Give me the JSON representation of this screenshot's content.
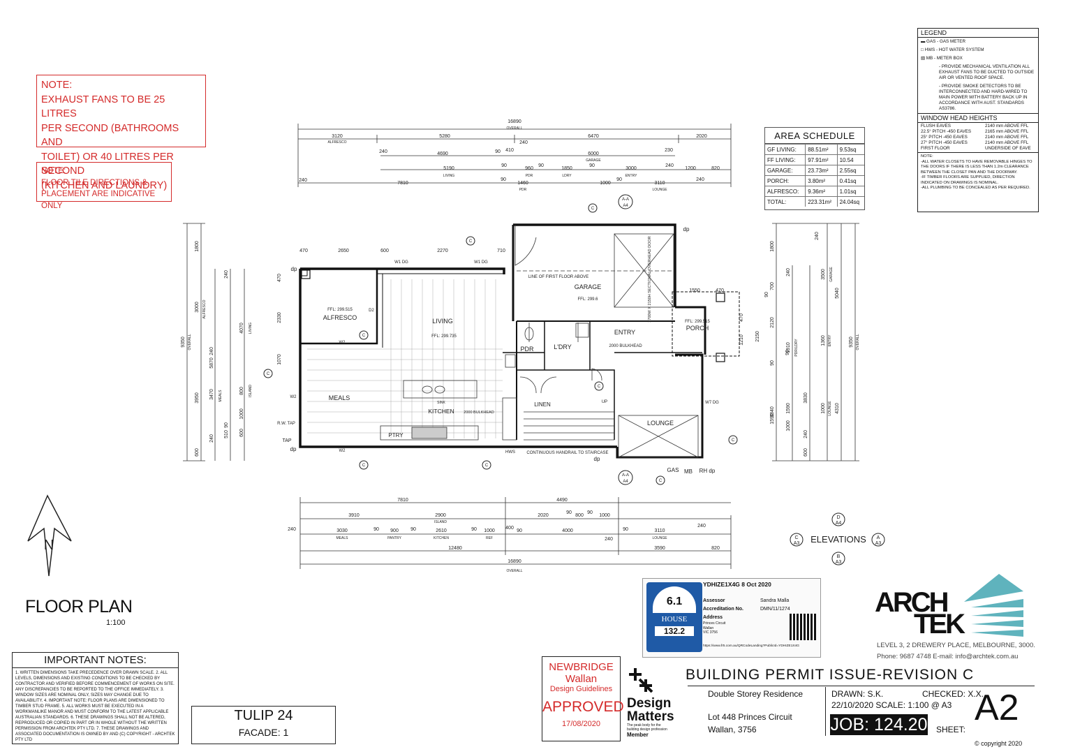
{
  "note_exhaust": {
    "heading": "NOTE:",
    "lines": [
      "EXHAUST FANS TO BE 25 LITRES",
      "PER SECOND (BATHROOMS AND",
      "TOILET) OR 40 LITRES PER SECOND",
      "(KITCHEN AND LAUNDRY)"
    ]
  },
  "note_tiles": {
    "heading": "NOTE:",
    "lines": [
      "FLOOR TILE DIRECTIONS &",
      "PLACEMENT ARE INDICATIVE ONLY"
    ]
  },
  "area_schedule": {
    "title": "AREA SCHEDULE",
    "rows": [
      {
        "label": "GF LIVING:",
        "m2": "88.51m²",
        "sq": "9.53sq"
      },
      {
        "label": "FF LIVING:",
        "m2": "97.91m²",
        "sq": "10.54"
      },
      {
        "label": "GARAGE:",
        "m2": "23.73m²",
        "sq": "2.55sq"
      },
      {
        "label": "PORCH:",
        "m2": "3.80m²",
        "sq": "0.41sq"
      },
      {
        "label": "ALFRESCO:",
        "m2": "9.36m²",
        "sq": "1.01sq"
      },
      {
        "label": "TOTAL:",
        "m2": "223.31m²",
        "sq": "24.04sq"
      }
    ]
  },
  "legend": {
    "title": "LEGEND",
    "items": [
      "GAS - GAS METER",
      "HWS - HOT WATER SYSTEM",
      "MB - METER BOX"
    ],
    "ventilation": "- PROVIDE MECHANICAL VENTILATION ALL EXHAUST FANS TO BE DUCTED TO OUTSIDE AIR OR VENTED ROOF SPACE.",
    "smoke": "- PROVIDE SMOKE DETECTORS TO BE INTERCONNECTED AND HARD-WIRED TO MAIN POWER WITH BATTERY BACK UP IN ACCORDANCE WITH AUST. STANDARDS AS3786.",
    "window_title": "WINDOW HEAD HEIGHTS",
    "window_rows": [
      {
        "a": "FLUSH EAVES",
        "b": "2140 mm ABOVE FFL"
      },
      {
        "a": "22.5° PITCH -450 EAVES",
        "b": "2165 mm ABOVE FFL"
      },
      {
        "a": "25° PITCH -450 EAVES",
        "b": "2140 mm ABOVE FFL"
      },
      {
        "a": "27° PITCH -450 EAVES",
        "b": "2140 mm ABOVE FFL"
      },
      {
        "a": "FIRST FLOOR",
        "b": "UNDERSIDE OF EAVE"
      }
    ],
    "note_lines": [
      "NOTE:",
      "-ALL WATER CLOSETS TO HAVE REMOVABLE HINGES TO THE DOORS IF THERE IS LESS THAN 1.2m CLEARANCE BETWEEN THE CLOSET PAN AND THE DOORWAY.",
      "-IF TIMBER FLOORS ARE SUPPLIED, DIRECTION INDICATED ON DRAWINGS IS NOMINAL.",
      "-ALL PLUMBING TO BE CONCEALED AS PER REQUIRED."
    ]
  },
  "dims": {
    "overall": "16890",
    "overall_label": "OVERALL",
    "top_row1": [
      "3120",
      "5280",
      "6470",
      "2020"
    ],
    "alfresco_label": "ALFRESCO",
    "top_row2": [
      "240",
      "4690",
      "90",
      "410",
      "240",
      "6000",
      "230"
    ],
    "garage_label": "GARAGE",
    "top_row3": [
      "5190",
      "90",
      "960",
      "90",
      "1850",
      "90",
      "3000",
      "240",
      "1200",
      "820"
    ],
    "top_row3_labels": [
      "LIVING",
      "PDR",
      "LDRY",
      "ENTRY"
    ],
    "top_row4": [
      "240",
      "7810",
      "90",
      "1460",
      "1000",
      "90",
      "3110",
      "240"
    ],
    "top_row4_labels": [
      "PDR",
      "LOUNGE"
    ],
    "inner_top": [
      "470",
      "2650",
      "600",
      "2270",
      "710"
    ],
    "bottom_row1": [
      "7810",
      "4490"
    ],
    "bottom_row2": [
      "3910",
      "2900",
      "2020",
      "90",
      "800",
      "90",
      "1000"
    ],
    "island_label": "ISLAND",
    "bottom_row3": [
      "240",
      "3030",
      "90",
      "900",
      "90",
      "2610",
      "90",
      "1000",
      "400",
      "90",
      "4000",
      "90",
      "3110",
      "240"
    ],
    "bottom_row3_labels": [
      "MEALS",
      "PANTRY",
      "KITCHEN",
      "REF",
      "LOUNGE"
    ],
    "bottom_row4": [
      "12480",
      "240",
      "3590",
      "820"
    ],
    "left_outer": [
      "1800",
      "3000",
      "5870",
      "9350",
      "3950",
      "600"
    ],
    "left_inner": [
      "240",
      "4070",
      "240",
      "3470",
      "240"
    ],
    "left_labels": [
      "ALFRESCO",
      "LIVING",
      "MEALS",
      "ISLAND",
      "OVERALL"
    ],
    "left_small": [
      "470",
      "2330",
      "1070",
      "800",
      "1000",
      "90",
      "510",
      "600"
    ],
    "right_outer": [
      "1800",
      "240",
      "3500",
      "5040",
      "9350",
      "3840",
      "4310"
    ],
    "right_inner": [
      "240",
      "700",
      "90",
      "2120",
      "90",
      "1910",
      "90",
      "1590",
      "1000",
      "240",
      "600"
    ],
    "right_labels": [
      "GARAGE",
      "ENTRY",
      "PDR/LDRY",
      "LOUNGE",
      "OVERALL"
    ],
    "right_small": [
      "1360",
      "3830",
      "1590",
      "1000",
      "1550",
      "470",
      "2150",
      "1210",
      "470"
    ]
  },
  "rooms": {
    "alfresco": "ALFRESCO",
    "alfresco_ffl": "FFL: 299.515",
    "living": "LIVING",
    "living_ffl": "FFL: 299.735",
    "garage": "GARAGE",
    "garage_ffl": "FFL: 299.6",
    "first_floor_line": "LINE OF FIRST FLOOR ABOVE",
    "garage_door": "2700W X 2150H SECTIONAL OVERHEAD DOOR",
    "entry": "ENTRY",
    "porch": "PORCH",
    "porch_ffl": "FFL: 299.515",
    "pdr": "PDR",
    "ldry": "L'DRY",
    "linen": "LINEN",
    "meals": "MEALS",
    "kitchen": "KITCHEN",
    "sink": "SINK",
    "ptry": "PTRY",
    "lounge": "LOUNGE",
    "bulkhead": "2000 BULKHEAD",
    "handrail": "CONTINUOUS HANDRAIL TO STAIRCASE",
    "hws": "HWS",
    "gas": "GAS",
    "mb": "MB",
    "rh_dp": "RH dp",
    "rw_tap": "R.W. TAP",
    "tap": "TAP",
    "dp": "dp",
    "up": "UP",
    "w1dg": "W1 DG",
    "w2": "W2",
    "w7dg": "W7 DG",
    "d2": "D2",
    "sections": [
      "A-A",
      "A4"
    ],
    "c_mark": "C"
  },
  "elevations": {
    "label": "ELEVATIONS",
    "marks": [
      "D",
      "A4",
      "C",
      "A3",
      "A",
      "A3",
      "B",
      "A3"
    ]
  },
  "title_block": {
    "floor_plan": "FLOOR PLAN",
    "scale": "1:100",
    "important_title": "IMPORTANT NOTES:",
    "important_body": "1. WRITTEN DIMENSIONS TAKE PRECEDENCE OVER DRAWN SCALE. 2. ALL LEVELS, DIMENSIONS AND EXISTING CONDITIONS TO BE CHECKED BY CONTRACTOR AND VERIFIED BEFORE COMMENCEMENT OF WORKS ON SITE. ANY DISCREPANCIES TO BE REPORTED TO THE OFFICE IMMEDIATELY. 3. WINDOW SIZES ARE NOMINAL ONLY, SIZES MAY CHANGE DUE TO AVAILABILITY. 4. IMPORTANT NOTE: FLOOR PLANS ARE DIMENSIONED TO TIMBER STUD FRAME. 5. ALL WORKS MUST BE EXECUTED IN A WORKMANLIKE MANOR AND MUST CONFORM TO THE LATEST APPLICABLE AUSTRALIAN STANDARDS. 6. THESE DRAWINGS SHALL NOT BE ALTERED, REPRODUCED OR COPIED IN PART OR IN WHOLE WITHOUT THE WRITTEN PERMISSION FROM ARCHTEK PTY LTD. 7. THESE DRAWINGS AND ASSOCIATED DOCUMENTATION IS OWNED BY AND (C) COPYRIGHT - ARCHTEK PTY LTD",
    "design": "TULIP 24",
    "facade": "FACADE: 1",
    "approved_lines": [
      "NEWBRIDGE",
      "Wallan",
      "Design Guidelines"
    ],
    "approved": "APPROVED",
    "approved_date": "17/08/2020",
    "design_matters": [
      "Design",
      "Matters"
    ],
    "design_matters_tag": "The peak body for the building design profession",
    "member": "Member",
    "permit": "BUILDING PERMIT ISSUE-REVISION C",
    "residence": "Double Storey Residence",
    "address1": "Lot 448 Princes Circuit",
    "address2": "Wallan, 3756",
    "drawn": "DRAWN:  S.K.",
    "checked": "CHECKED: X.X.",
    "date_scale": "22/10/2020   SCALE: 1:100 @ A3",
    "job": "JOB:  124.20",
    "sheet_label": "SHEET:",
    "sheet": "A2",
    "copyright": "© copyright 2020"
  },
  "energy": {
    "header": "YDHIZE1X4G  8 Oct 2020",
    "stars": "6.1",
    "house": "HOUSE",
    "score": "132.2",
    "assessor_label": "Assessor",
    "assessor": "Sandra Malla",
    "accreditation_label": "Accreditation No.",
    "accreditation": "DMN/11/1274",
    "address_label": "Address",
    "address_lines": [
      "Princes Circuit",
      "Wallan",
      "VIC 3756"
    ],
    "url": "https://www.fr5.com.au/QRCodeLanding?PublicId=YDHIZE1X4G"
  },
  "archtek": {
    "logo_top": "ARCH",
    "logo_bottom": "TEK",
    "address": "LEVEL 3, 2 DREWERY PLACE, MELBOURNE, 3000.",
    "contact": "Phone: 9687 4748 E-mail: info@archtek.com.au"
  },
  "north": "N",
  "colors": {
    "note_red": "#d42a2a",
    "archtek_teal": "#5fb3bd",
    "energy_blue": "#1f5aa6"
  }
}
